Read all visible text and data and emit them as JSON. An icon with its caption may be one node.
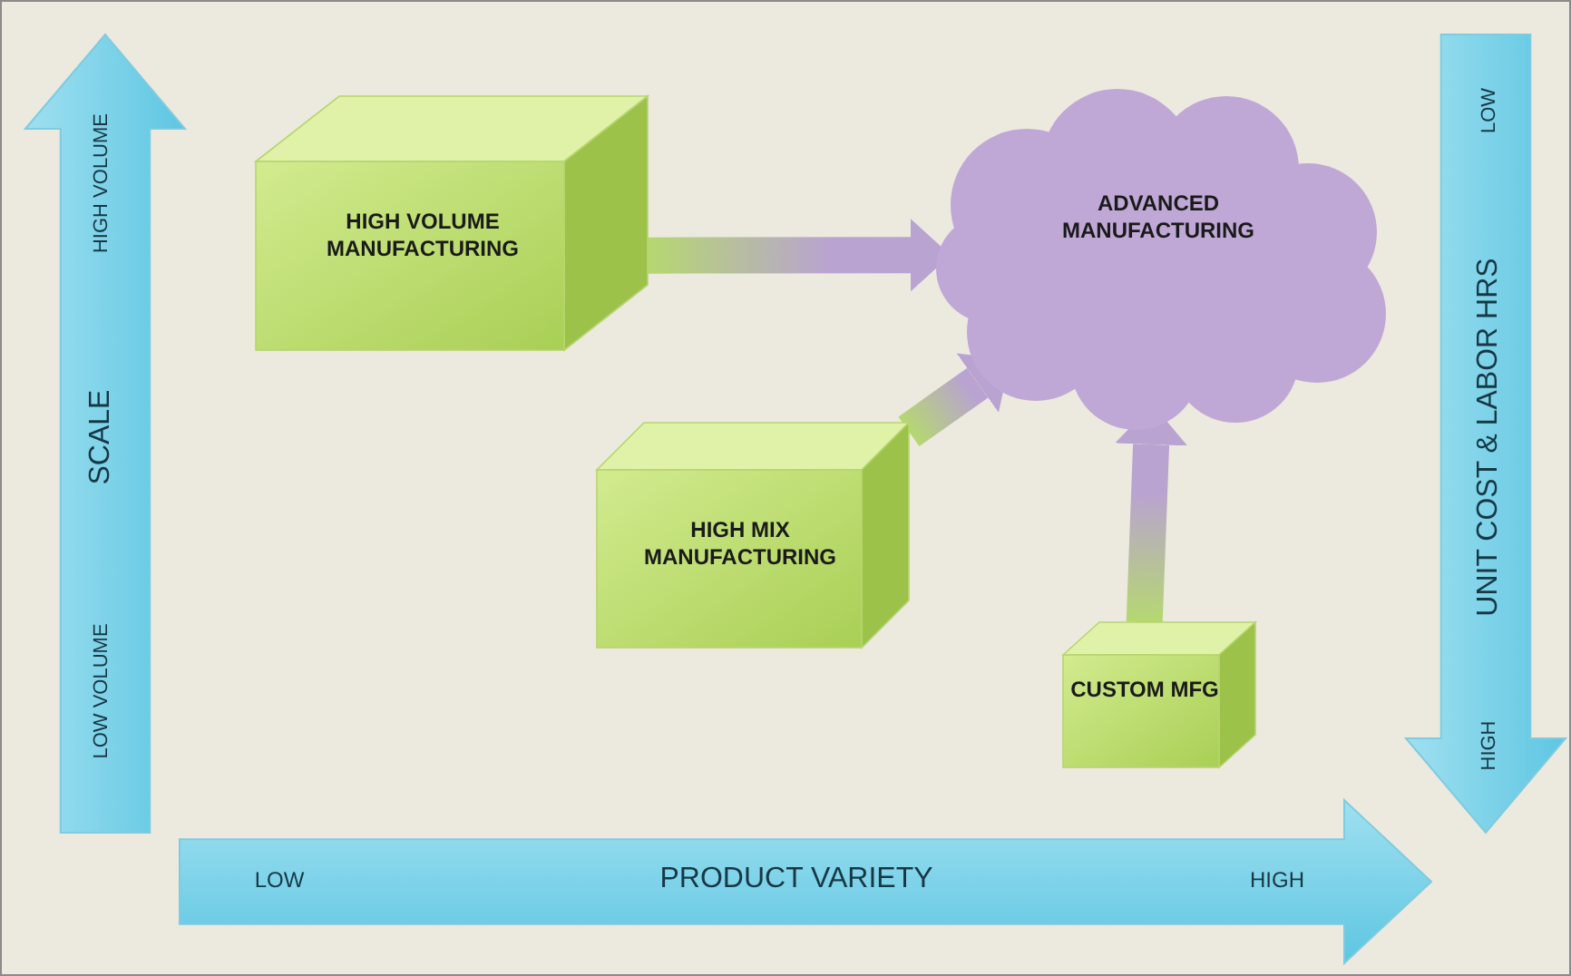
{
  "diagram": {
    "nodes": [
      {
        "text": [
          "HIGH VOLUME MANUFACTURING"
        ]
      },
      {
        "text": [
          "ADVANCED MANUFACTURING"
        ]
      },
      {
        "text": [
          "HIGH MIX MANUFACTURING"
        ]
      },
      {
        "text": [
          "CUSTOM MFG"
        ]
      },
      {
        "text": [
          "HIGH VOLUME",
          "SCALE",
          "LOW VOLUME"
        ]
      },
      {
        "text": [
          "LOW",
          "PRODUCT VARIETY",
          "HIGH"
        ]
      },
      {
        "text": [
          "LOW",
          "UNIT COST & LABOR HRS",
          "HIGH"
        ]
      }
    ],
    "edges": [
      {
        "from": 0,
        "to": 1,
        "arrow": "to"
      },
      {
        "from": 2,
        "to": 1,
        "arrow": "to"
      },
      {
        "from": 3,
        "to": 1,
        "arrow": "to"
      }
    ]
  }
}
